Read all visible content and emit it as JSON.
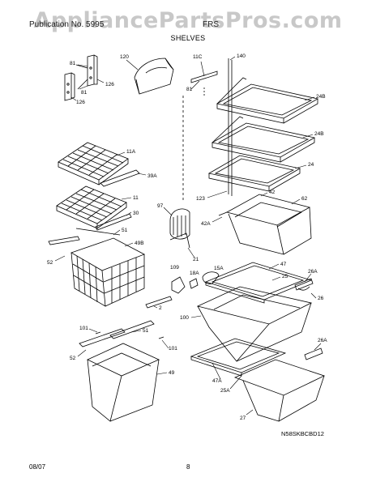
{
  "watermark": "AppliancePartsPros.com",
  "header": {
    "left": "Publication No. 5995",
    "right": "FRS",
    "subtitle": "SHELVES"
  },
  "diagram_code": "N58SKBCBD12",
  "footer": {
    "date": "08/07",
    "page": "8"
  },
  "callouts": {
    "c81a": "81",
    "c126a": "126",
    "c81b": "81",
    "c126b": "126",
    "c120": "120",
    "c11c": "11C",
    "c140": "140",
    "c81c": "81",
    "c24b1": "24B",
    "c24b2": "24B",
    "c24": "24",
    "c11a": "11A",
    "c39a": "39A",
    "c11": "11",
    "c30": "30",
    "c97": "97",
    "c123": "123",
    "c42": "42",
    "c62": "62",
    "c42a": "42A",
    "c51a": "51",
    "c49b": "49B",
    "c52a": "52",
    "c21": "21",
    "c109": "109",
    "c18a": "18A",
    "c15a": "15A",
    "c47": "47",
    "c25": "25",
    "c26a1": "26A",
    "c26": "26",
    "c2": "2",
    "c100": "100",
    "c101a": "101",
    "c51b": "51",
    "c101b": "101",
    "c52b": "52",
    "c49": "49",
    "c26a2": "26A",
    "c47a": "47A",
    "c25a": "25A",
    "c27": "27"
  }
}
